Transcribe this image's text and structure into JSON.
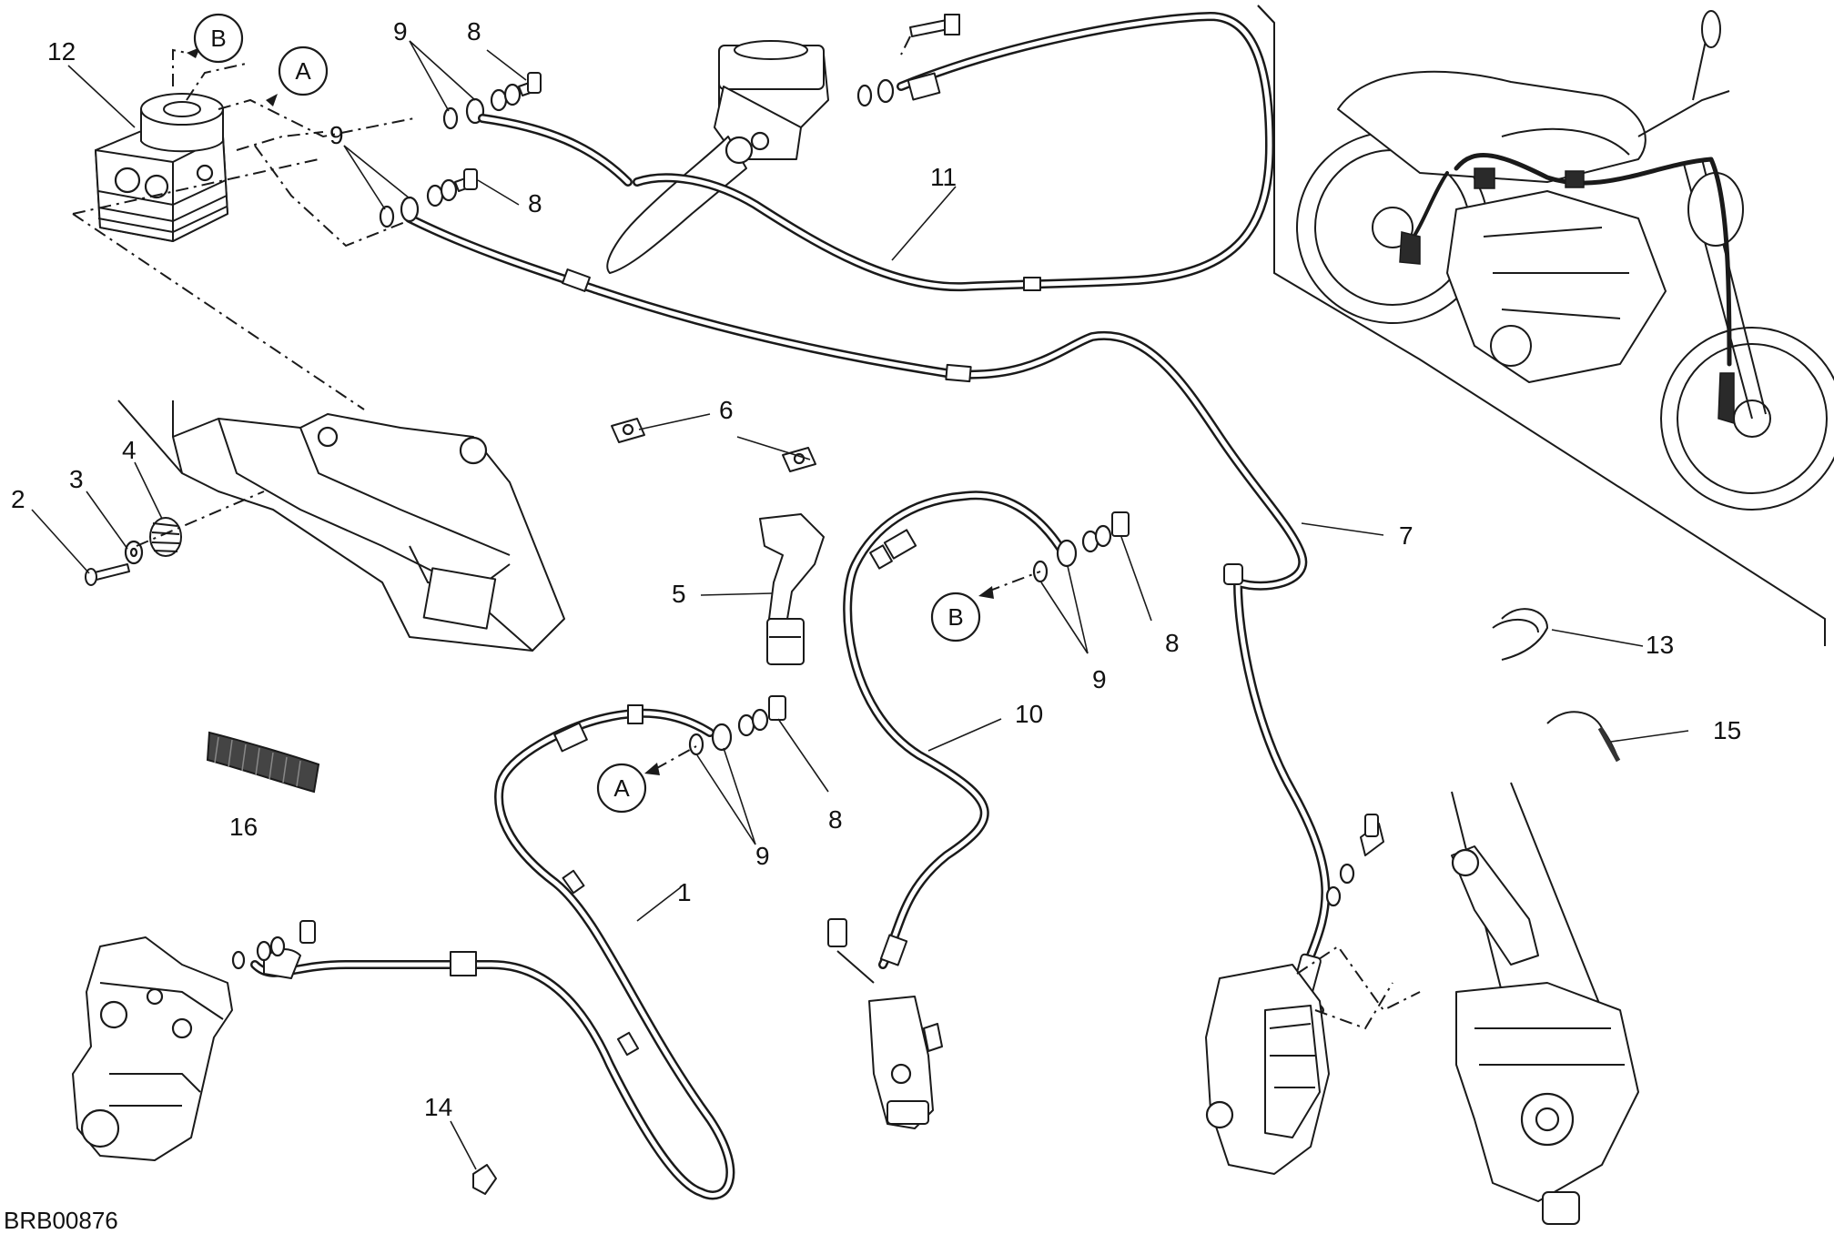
{
  "document_code": "BRB00876",
  "callouts": {
    "c1": "1",
    "c2": "2",
    "c3": "3",
    "c4": "4",
    "c5": "5",
    "c6": "6",
    "c7": "7",
    "c8": "8",
    "c9": "9",
    "c10": "10",
    "c11": "11",
    "c12": "12",
    "c13": "13",
    "c14": "14",
    "c15": "15",
    "c16": "16"
  },
  "connection_labels": {
    "a": "A",
    "b": "B"
  },
  "colors": {
    "ink": "#1a1a1a",
    "background": "#ffffff"
  }
}
